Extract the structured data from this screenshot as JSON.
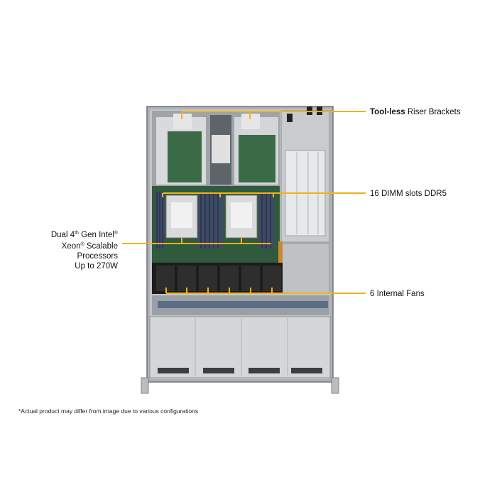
{
  "colors": {
    "accent_line": "#f2b21b",
    "chassis": "#b8bcc0",
    "board": "#2f5a3c",
    "fan": "#1c1c1c",
    "background": "#ffffff"
  },
  "callouts": {
    "riser": {
      "bold": "Tool-less",
      "rest": " Riser Brackets"
    },
    "dimm": {
      "text": "16 DIMM slots DDR5"
    },
    "cpu": {
      "line1_pre": "Dual 4",
      "line1_sup": "th",
      "line1_post": " Gen Intel",
      "reg1": "®",
      "line2_pre": "Xeon",
      "reg2": "®",
      "line2_post": " Scalable Processors",
      "line3": "Up to 270W"
    },
    "fans": {
      "text": "6 Internal Fans"
    }
  },
  "footnote": "*Actual product may differ from image due to various configurations",
  "icons": [
    "server-chassis-image"
  ]
}
